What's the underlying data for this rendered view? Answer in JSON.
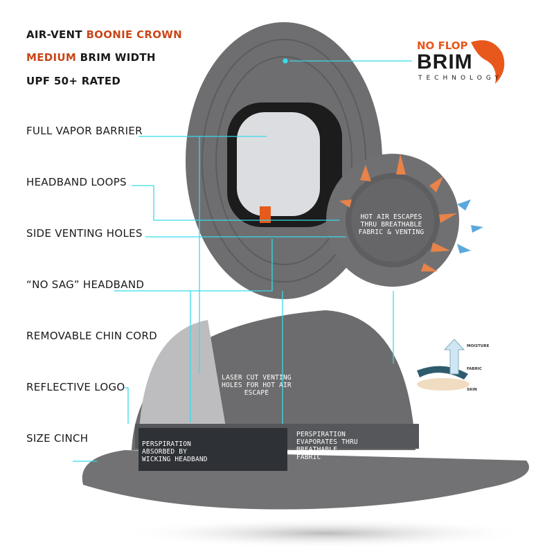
{
  "features": {
    "line1": {
      "prefix": "AIR-VENT ",
      "highlight": "BOONIE CROWN"
    },
    "line2": {
      "highlight": "MEDIUM",
      "suffix": " BRIM WIDTH"
    },
    "line3": "UPF 50+ RATED",
    "callouts": [
      "FULL VAPOR BARRIER",
      "HEADBAND LOOPS",
      "SIDE VENTING HOLES",
      "“NO SAG” HEADBAND",
      "REMOVABLE CHIN CORD",
      "REFLECTIVE LOGO",
      "SIZE CINCH"
    ]
  },
  "logo": {
    "top": "NO FLOP",
    "main": "BRIM",
    "sub": "TECHNOLOGY"
  },
  "overlays": {
    "hot_air": "HOT AIR ESCAPES THRU BREATHABLE FABRIC & VENTING",
    "laser": "LASER CUT VENTING HOLES FOR HOT AIR ESCAPE",
    "absorbed": "PERSPIRATION ABSORBED BY WICKING HEADBAND",
    "evaporates": "PERSPIRATION EVAPORATES THRU BREATHABLE FABRIC"
  },
  "diagram": {
    "moisture": "MOISTURE",
    "fabric": "FABRIC",
    "skin": "SKIN"
  },
  "colors": {
    "accent": "#c8471a",
    "callout_line": "#35dcea",
    "hat": "#6b6b6d"
  }
}
